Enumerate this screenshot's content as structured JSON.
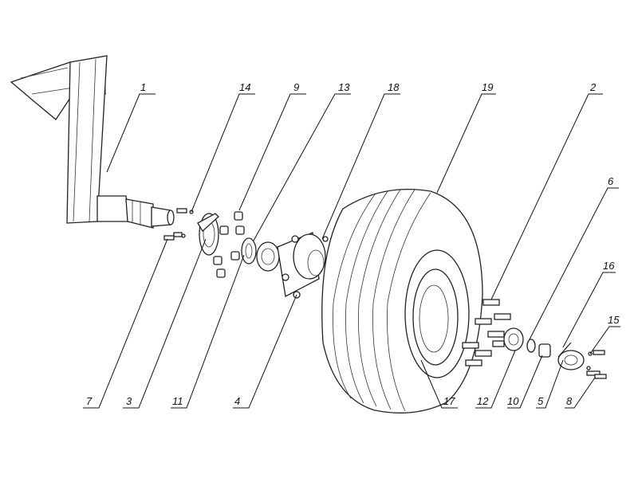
{
  "callouts": [
    {
      "id": "c1",
      "text": "1"
    },
    {
      "id": "c14",
      "text": "14"
    },
    {
      "id": "c9",
      "text": "9"
    },
    {
      "id": "c13",
      "text": "13"
    },
    {
      "id": "c18",
      "text": "18"
    },
    {
      "id": "c19",
      "text": "19"
    },
    {
      "id": "c2",
      "text": "2"
    },
    {
      "id": "c6",
      "text": "6"
    },
    {
      "id": "c16",
      "text": "16"
    },
    {
      "id": "c15",
      "text": "15"
    },
    {
      "id": "c7",
      "text": "7"
    },
    {
      "id": "c3",
      "text": "3"
    },
    {
      "id": "c11",
      "text": "11"
    },
    {
      "id": "c4",
      "text": "4"
    },
    {
      "id": "c17",
      "text": "17"
    },
    {
      "id": "c12",
      "text": "12"
    },
    {
      "id": "c10",
      "text": "10"
    },
    {
      "id": "c5",
      "text": "5"
    },
    {
      "id": "c8",
      "text": "8"
    }
  ]
}
